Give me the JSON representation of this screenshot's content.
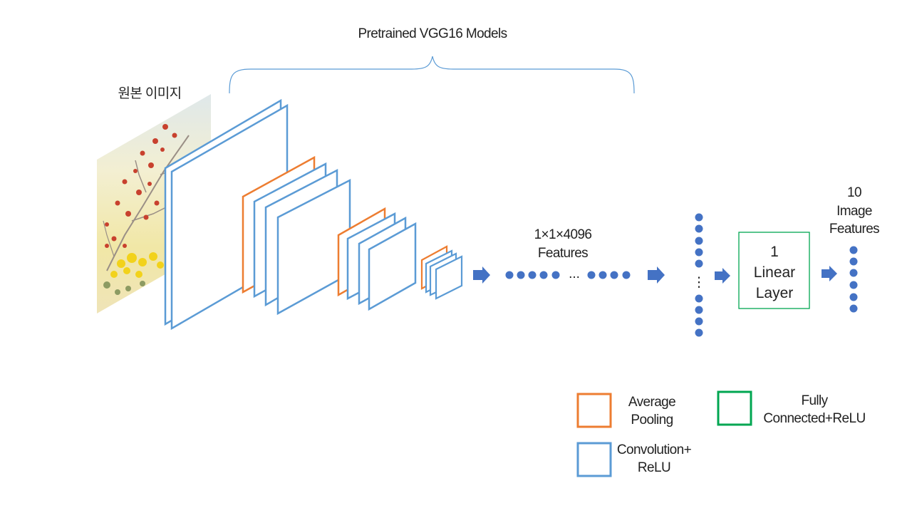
{
  "title": "Pretrained VGG16 Models",
  "input_image_label": "원본 이미지",
  "features_label": [
    "1×1×4096",
    "Features"
  ],
  "features_ellipsis": "...",
  "vertical_ellipsis": "⋮",
  "linear_layer_label": [
    "1",
    "Linear",
    "Layer"
  ],
  "output_label": [
    "10",
    "Image",
    "Features"
  ],
  "legend": {
    "avg_pool": [
      "Average",
      "Pooling"
    ],
    "fully_connected": [
      "Fully",
      "Connected+ReLU"
    ],
    "conv_relu": [
      "Convolution+",
      "ReLU"
    ]
  },
  "colors": {
    "conv": "#5b9bd5",
    "pool": "#ed7d31",
    "fc": "#00a651",
    "dot": "#4472c4",
    "arrow": "#4472c4"
  },
  "icons": {
    "arrow": "right-arrow-icon",
    "dot": "dot-icon"
  }
}
